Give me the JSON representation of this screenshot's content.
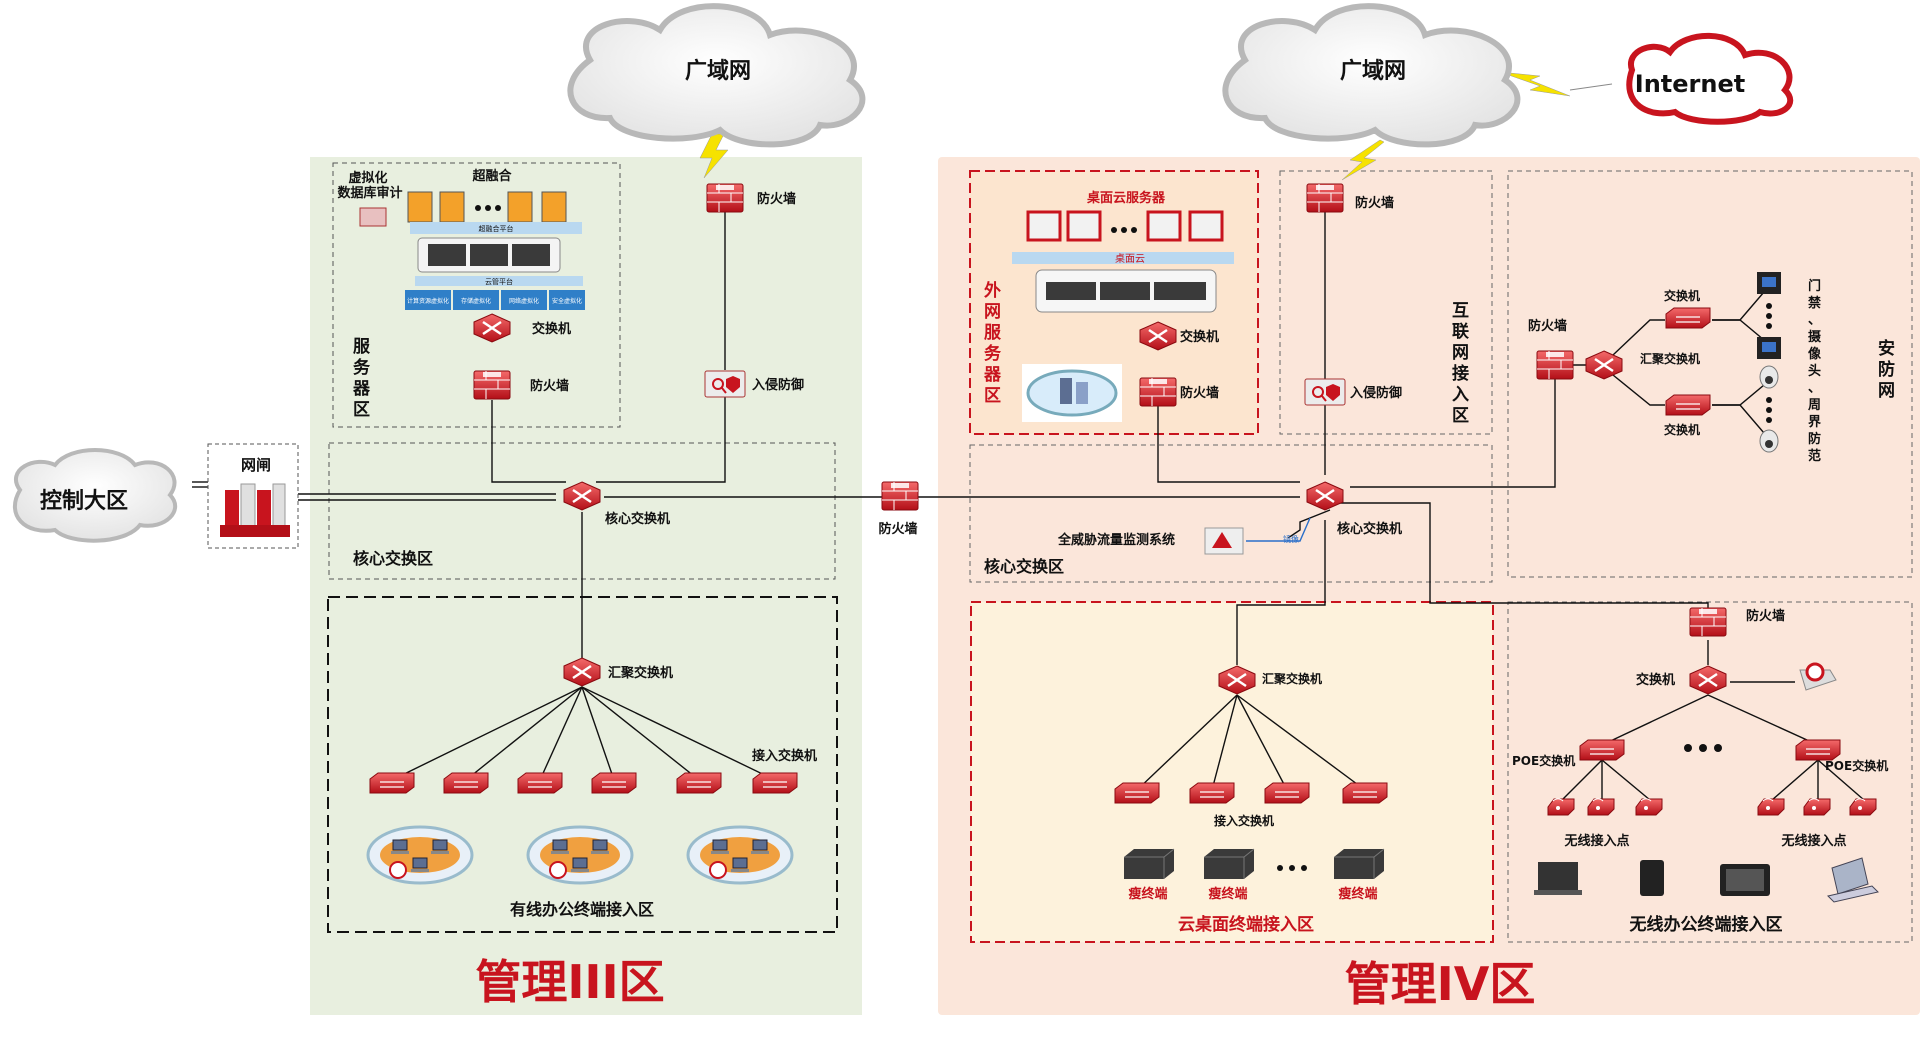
{
  "zones": {
    "zone3_title": "管理III区",
    "zone4_title": "管理IV区"
  },
  "clouds": {
    "wan_left": "广域网",
    "wan_right": "广域网",
    "internet": "Internet",
    "control": "控制大区"
  },
  "gatekeeper": "网闸",
  "zone3": {
    "virt_db_audit_1": "虚拟化",
    "virt_db_audit_2": "数据库审计",
    "hyper": "超融合",
    "hyper_platform": "超融合平台",
    "cloud_mgmt": "云管平台",
    "virt_items": [
      "计算资源虚拟化",
      "存储虚拟化",
      "网络虚拟化",
      "安全虚拟化"
    ],
    "server_switch": "交换机",
    "server_firewall": "防火墙",
    "server_zone": [
      "服",
      "务",
      "器",
      "区"
    ],
    "top_firewall": "防火墙",
    "ips": "入侵防御",
    "core_switch": "核心交换机",
    "core_zone": "核心交换区",
    "agg_switch": "汇聚交换机",
    "access_switch": "接入交换机",
    "wired_zone": "有线办公终端接入区"
  },
  "middle_firewall": "防火墙",
  "zone4": {
    "desktop_server": "桌面云服务器",
    "desktop_cloud": "桌面云",
    "ext_switch": "交换机",
    "ext_firewall": "防火墙",
    "ext_zone": [
      "外",
      "网",
      "服",
      "务",
      "器",
      "区"
    ],
    "inet_firewall": "防火墙",
    "inet_ips": "入侵防御",
    "inet_zone": [
      "互",
      "联",
      "网",
      "接",
      "入",
      "区"
    ],
    "threat_monitor": "全威胁流量监测系统",
    "mirror": "镜像",
    "core_switch": "核心交换机",
    "core_zone": "核心交换区",
    "sec_firewall": "防火墙",
    "sec_agg": "汇聚交换机",
    "sec_switch_top": "交换机",
    "sec_switch_bottom": "交换机",
    "sec_devices": [
      "门",
      "禁",
      "、",
      "摄",
      "像",
      "头",
      "、",
      "周",
      "界",
      "防",
      "范"
    ],
    "sec_zone": [
      "安",
      "防",
      "网"
    ],
    "vdi_agg": "汇聚交换机",
    "vdi_access": "接入交换机",
    "thin": "瘦终端",
    "vdi_zone": "云桌面终端接入区",
    "wl_firewall": "防火墙",
    "wl_switch": "交换机",
    "poe_left": "POE交换机",
    "poe_right": "POE交换机",
    "ap_left": "无线接入点",
    "ap_right": "无线接入点",
    "wl_zone": "无线办公终端接入区"
  },
  "colors": {
    "zone3_bg": "#e8efdf",
    "zone4_bg": "#fbe6da",
    "vdi_bg": "#fdf2dc",
    "ext_bg": "#fce5cf",
    "accent_red": "#c8141e"
  }
}
